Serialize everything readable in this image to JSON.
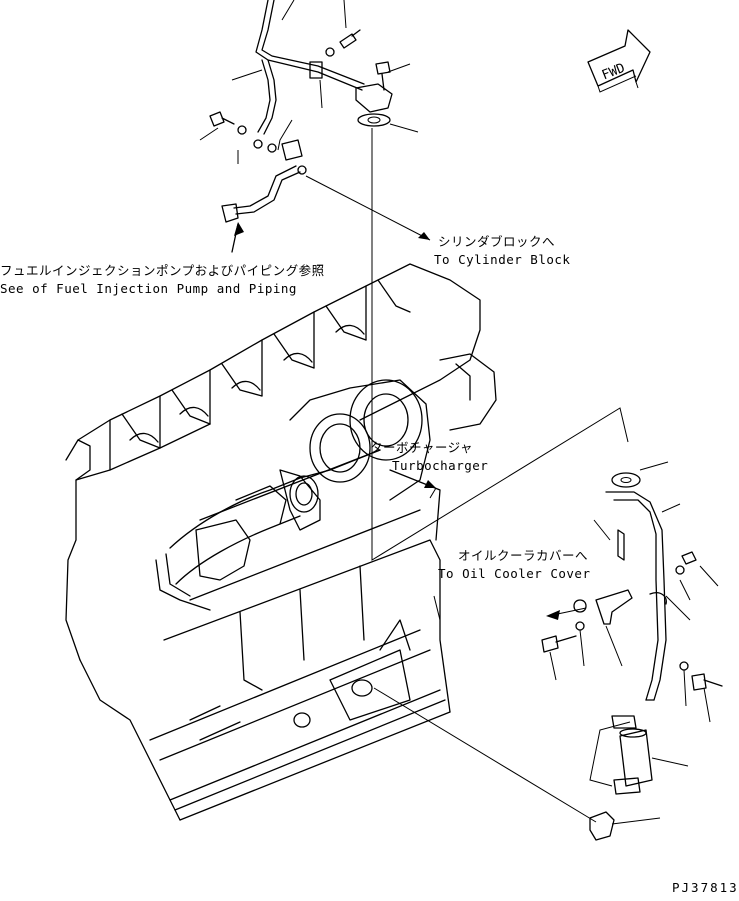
{
  "callouts": {
    "fuel_pump": {
      "ja": "フュエルインジェクションポンプおよびパイピング参照",
      "en": "See of Fuel Injection Pump and Piping"
    },
    "cylinder_block": {
      "ja": "シリンダブロックへ",
      "en": "To Cylinder Block"
    },
    "turbocharger": {
      "ja": "ターボチャージャ",
      "en": "Turbocharger"
    },
    "oil_cooler": {
      "ja": "オイルクーラカバーへ",
      "en": "To Oil Cooler Cover"
    }
  },
  "fwd_label": "FWD",
  "drawing_number": "PJ37813"
}
